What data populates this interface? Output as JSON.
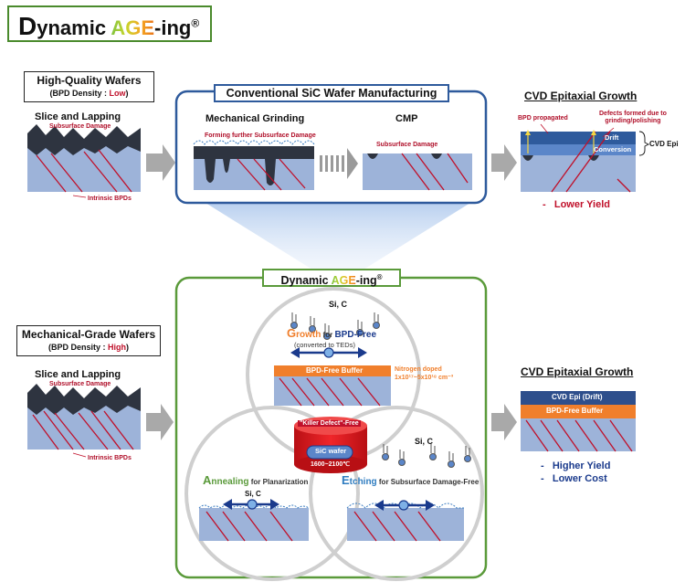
{
  "brand": {
    "prefix_big": "D",
    "prefix": "ynamic ",
    "age": "AGE",
    "suffix": "-ing",
    "mark": "®"
  },
  "top_left": {
    "title": "High-Quality Wafers",
    "density_open": "(BPD Density : ",
    "density_value": "Low",
    "density_close": ")",
    "step": "Slice and Lapping",
    "damage_label": "Subsurface Damage",
    "bpd_label": "Intrinsic BPDs"
  },
  "conventional": {
    "title": "Conventional SiC Wafer Manufacturing",
    "grinding_title": "Mechanical Grinding",
    "grinding_note": "Forming further Subsurface Damage",
    "cmp_title": "CMP",
    "cmp_note": "Subsurface Damage"
  },
  "cvd_top": {
    "title": "CVD Epitaxial Growth",
    "bpd_propagated": "BPD propagated",
    "defects_note_1": "Defects formed due to",
    "defects_note_2": "grinding/polishing",
    "drift": "Drift",
    "conversion": "Conversion",
    "cvd_epi": "CVD Epi",
    "result_dash": "-",
    "result": "Lower Yield"
  },
  "bottom_left": {
    "title": "Mechanical-Grade Wafers",
    "density_open": "(BPD Density : ",
    "density_value": "High",
    "density_close": ")",
    "step": "Slice and Lapping",
    "damage_label": "Subsurface Damage",
    "bpd_label": "Intrinsic BPDs"
  },
  "dynamic": {
    "title_prefix": "Dynamic ",
    "title_age": "AGE",
    "title_suffix": "-ing",
    "title_mark": "®",
    "growth": {
      "sic": "Si, C",
      "word_initial": "G",
      "word_rest": "rowth",
      "for": " for ",
      "target": "BPD-Free",
      "converted": "(converted to TEDs)",
      "buffer": "BPD-Free Buffer",
      "nitrogen_1": "Nitrogen doped",
      "nitrogen_2": "1x10¹⁷~5x10¹⁸ cm⁻³"
    },
    "center": {
      "killer": "\"Killer Defect\"-Free",
      "wafer": "SiC wafer",
      "temp": "1600~2100℃"
    },
    "annealing": {
      "word_initial": "A",
      "word_rest": "nnealing",
      "for": " for Planarization",
      "sic": "Si, C"
    },
    "etching": {
      "sic": "Si, C",
      "word_initial": "E",
      "word_rest": "tching",
      "for": " for Subsurface Damage-Free"
    }
  },
  "cvd_bottom": {
    "title": "CVD Epitaxial Growth",
    "drift_layer": "CVD Epi (Drift)",
    "buffer": "BPD-Free Buffer",
    "result_dash_1": "-",
    "result_1": "Higher Yield",
    "result_dash_2": "-",
    "result_2": "Lower Cost"
  },
  "colors": {
    "green": "#5a9a3a",
    "blue": "#2e5a9c",
    "orange": "#f07f2c",
    "wafer": "#9db3d9",
    "red": "#c0102a",
    "navy": "#1f3a78"
  }
}
